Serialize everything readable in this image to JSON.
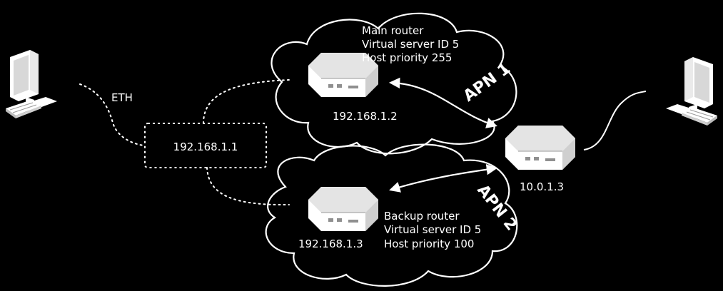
{
  "eth_label": "ETH",
  "gateway": {
    "ip": "192.168.1.1"
  },
  "main_router": {
    "lines": [
      "Main router",
      "Virtual server ID 5",
      "Host priority 255"
    ],
    "ip": "192.168.1.2",
    "apn": "APN 1"
  },
  "backup_router": {
    "lines": [
      "Backup router",
      "Virtual server ID 5",
      "Host priority 100"
    ],
    "ip": "192.168.1.3",
    "apn": "APN 2"
  },
  "remote_router": {
    "ip": "10.0.1.3"
  },
  "icons": {
    "left_pc": "desktop-computer-icon",
    "right_pc": "desktop-computer-icon",
    "router": "router-icon"
  },
  "colors": {
    "background": "#000000",
    "foreground": "#ffffff"
  }
}
